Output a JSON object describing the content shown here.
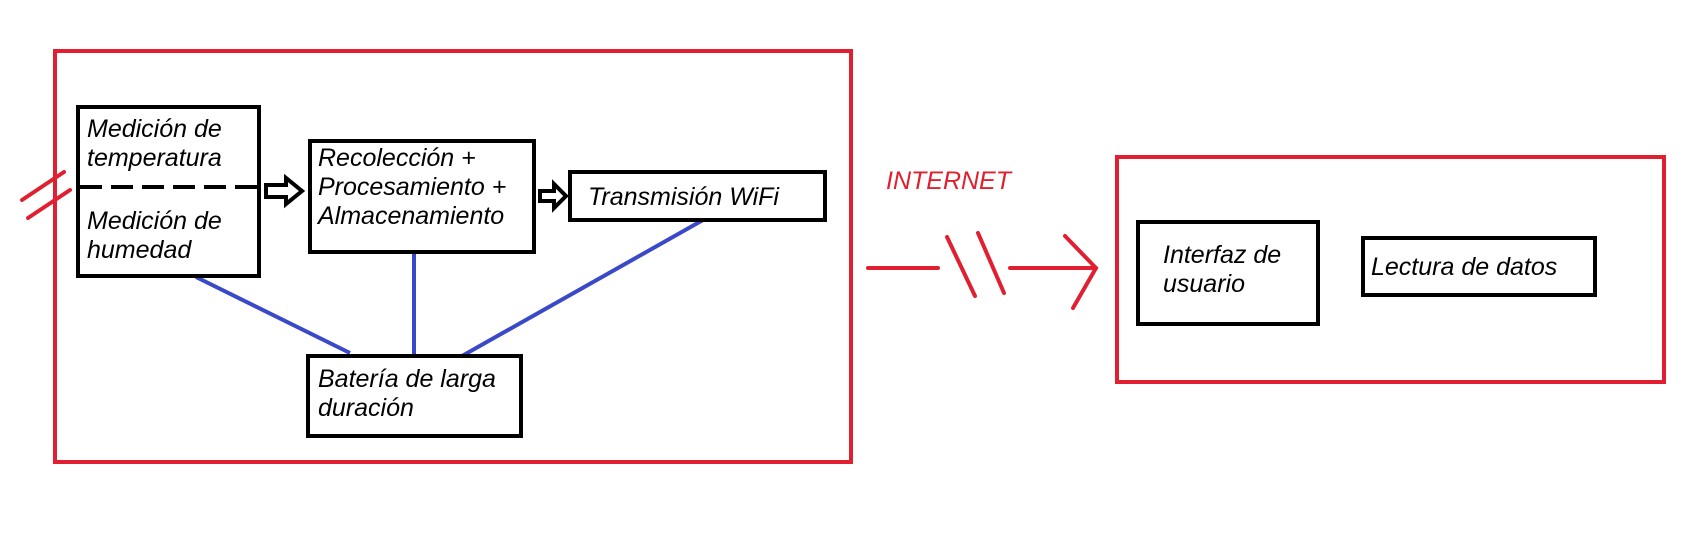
{
  "colors": {
    "frame_red": "#e02030",
    "box_black": "#000000",
    "link_blue": "#3a49c7",
    "background": "#ffffff"
  },
  "device": {
    "sensor_block": {
      "temperature_label": "Medición de\ntemperatura",
      "humidity_label": "Medición de\nhumedad"
    },
    "processing_label": "Recolección +\nProcesamiento +\nAlmacenamiento",
    "wifi_label": "Transmisión WiFi",
    "battery_label": "Batería de larga\nduración"
  },
  "network": {
    "label": "INTERNET"
  },
  "client": {
    "interface_label": "Interfaz de\nusuario",
    "reading_label": "Lectura de datos"
  }
}
